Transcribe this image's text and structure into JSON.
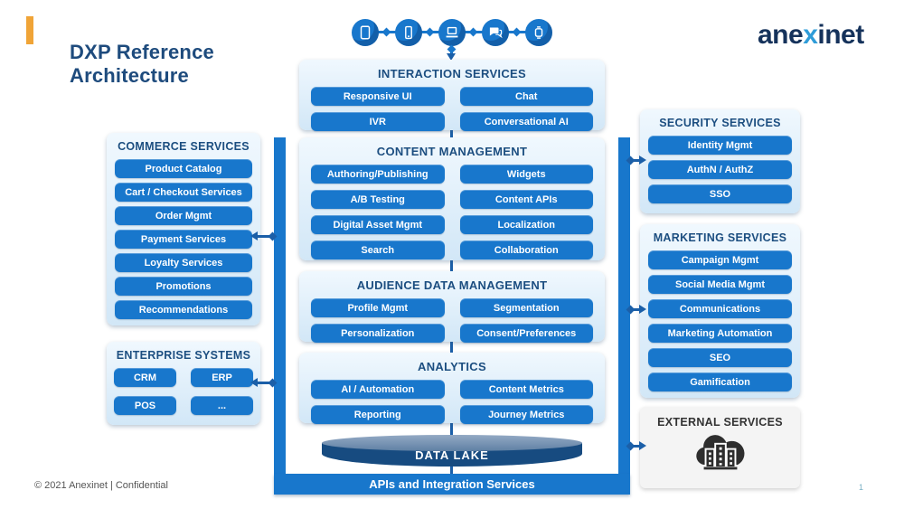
{
  "header": {
    "title": "DXP Reference Architecture",
    "logo": {
      "pre": "ane",
      "x": "x",
      "post": "inet"
    }
  },
  "footer": {
    "text": "© 2021 Anexinet | Confidential",
    "page": "1"
  },
  "devices": [
    "tablet",
    "smartphone",
    "laptop",
    "chat",
    "smartwatch"
  ],
  "center": {
    "panels": [
      {
        "title": "INTERACTION SERVICES",
        "items": [
          "Responsive UI",
          "Chat",
          "IVR",
          "Conversational AI"
        ]
      },
      {
        "title": "CONTENT MANAGEMENT",
        "items": [
          "Authoring/Publishing",
          "Widgets",
          "A/B Testing",
          "Content APIs",
          "Digital Asset Mgmt",
          "Localization",
          "Search",
          "Collaboration"
        ]
      },
      {
        "title": "AUDIENCE DATA MANAGEMENT",
        "items": [
          "Profile Mgmt",
          "Segmentation",
          "Personalization",
          "Consent/Preferences"
        ]
      },
      {
        "title": "ANALYTICS",
        "items": [
          "AI / Automation",
          "Content Metrics",
          "Reporting",
          "Journey Metrics"
        ]
      }
    ],
    "data_lake_label": "DATA LAKE",
    "apis_label": "APIs and Integration Services"
  },
  "left": {
    "panels": [
      {
        "title": "COMMERCE SERVICES",
        "items": [
          "Product Catalog",
          "Cart / Checkout Services",
          "Order Mgmt",
          "Payment Services",
          "Loyalty Services",
          "Promotions",
          "Recommendations"
        ]
      },
      {
        "title": "ENTERPRISE SYSTEMS",
        "items": [
          "CRM",
          "ERP",
          "POS",
          "..."
        ]
      }
    ]
  },
  "right": {
    "panels": [
      {
        "title": "SECURITY SERVICES",
        "items": [
          "Identity Mgmt",
          "AuthN / AuthZ",
          "SSO"
        ]
      },
      {
        "title": "MARKETING SERVICES",
        "items": [
          "Campaign Mgmt",
          "Social Media Mgmt",
          "Communications",
          "Marketing Automation",
          "SEO",
          "Gamification"
        ]
      },
      {
        "title": "EXTERNAL SERVICES",
        "items": []
      }
    ]
  },
  "colors": {
    "accent_blue": "#1877CC",
    "connector_blue": "#1B5FA8",
    "navy_heading": "#1C4E80",
    "panel_light_blue": "#D9EBF9",
    "data_lake_navy": "#174B80",
    "accent_orange": "#F0A437",
    "logo_navy": "#15325B",
    "logo_x_blue": "#2F9CD8",
    "external_gray": "#F4F4F4"
  }
}
